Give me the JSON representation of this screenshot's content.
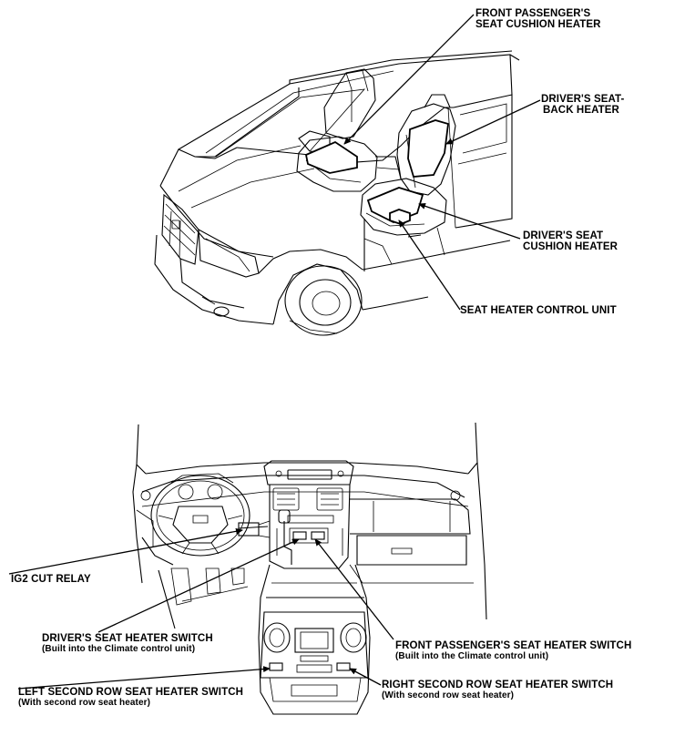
{
  "top_labels": {
    "front_passenger_cushion": [
      "FRONT PASSENGER'S",
      "SEAT CUSHION HEATER"
    ],
    "driver_seatback": [
      "DRIVER'S SEAT-",
      "BACK HEATER"
    ],
    "driver_cushion": [
      "DRIVER'S SEAT",
      "CUSHION HEATER"
    ],
    "control_unit": "SEAT HEATER CONTROL UNIT"
  },
  "bottom_labels": {
    "ig2_relay": "IG2 CUT RELAY",
    "driver_switch": {
      "title": "DRIVER'S SEAT HEATER SWITCH",
      "note": "(Built into the Climate control unit)"
    },
    "passenger_switch": {
      "title": "FRONT PASSENGER'S SEAT HEATER SWITCH",
      "note": "(Built into the Climate control unit)"
    },
    "left_second_row": {
      "title": "LEFT SECOND ROW SEAT HEATER SWITCH",
      "note": "(With second row seat heater)"
    },
    "right_second_row": {
      "title": "RIGHT SECOND ROW SEAT HEATER SWITCH",
      "note": "(With second row seat heater)"
    }
  }
}
